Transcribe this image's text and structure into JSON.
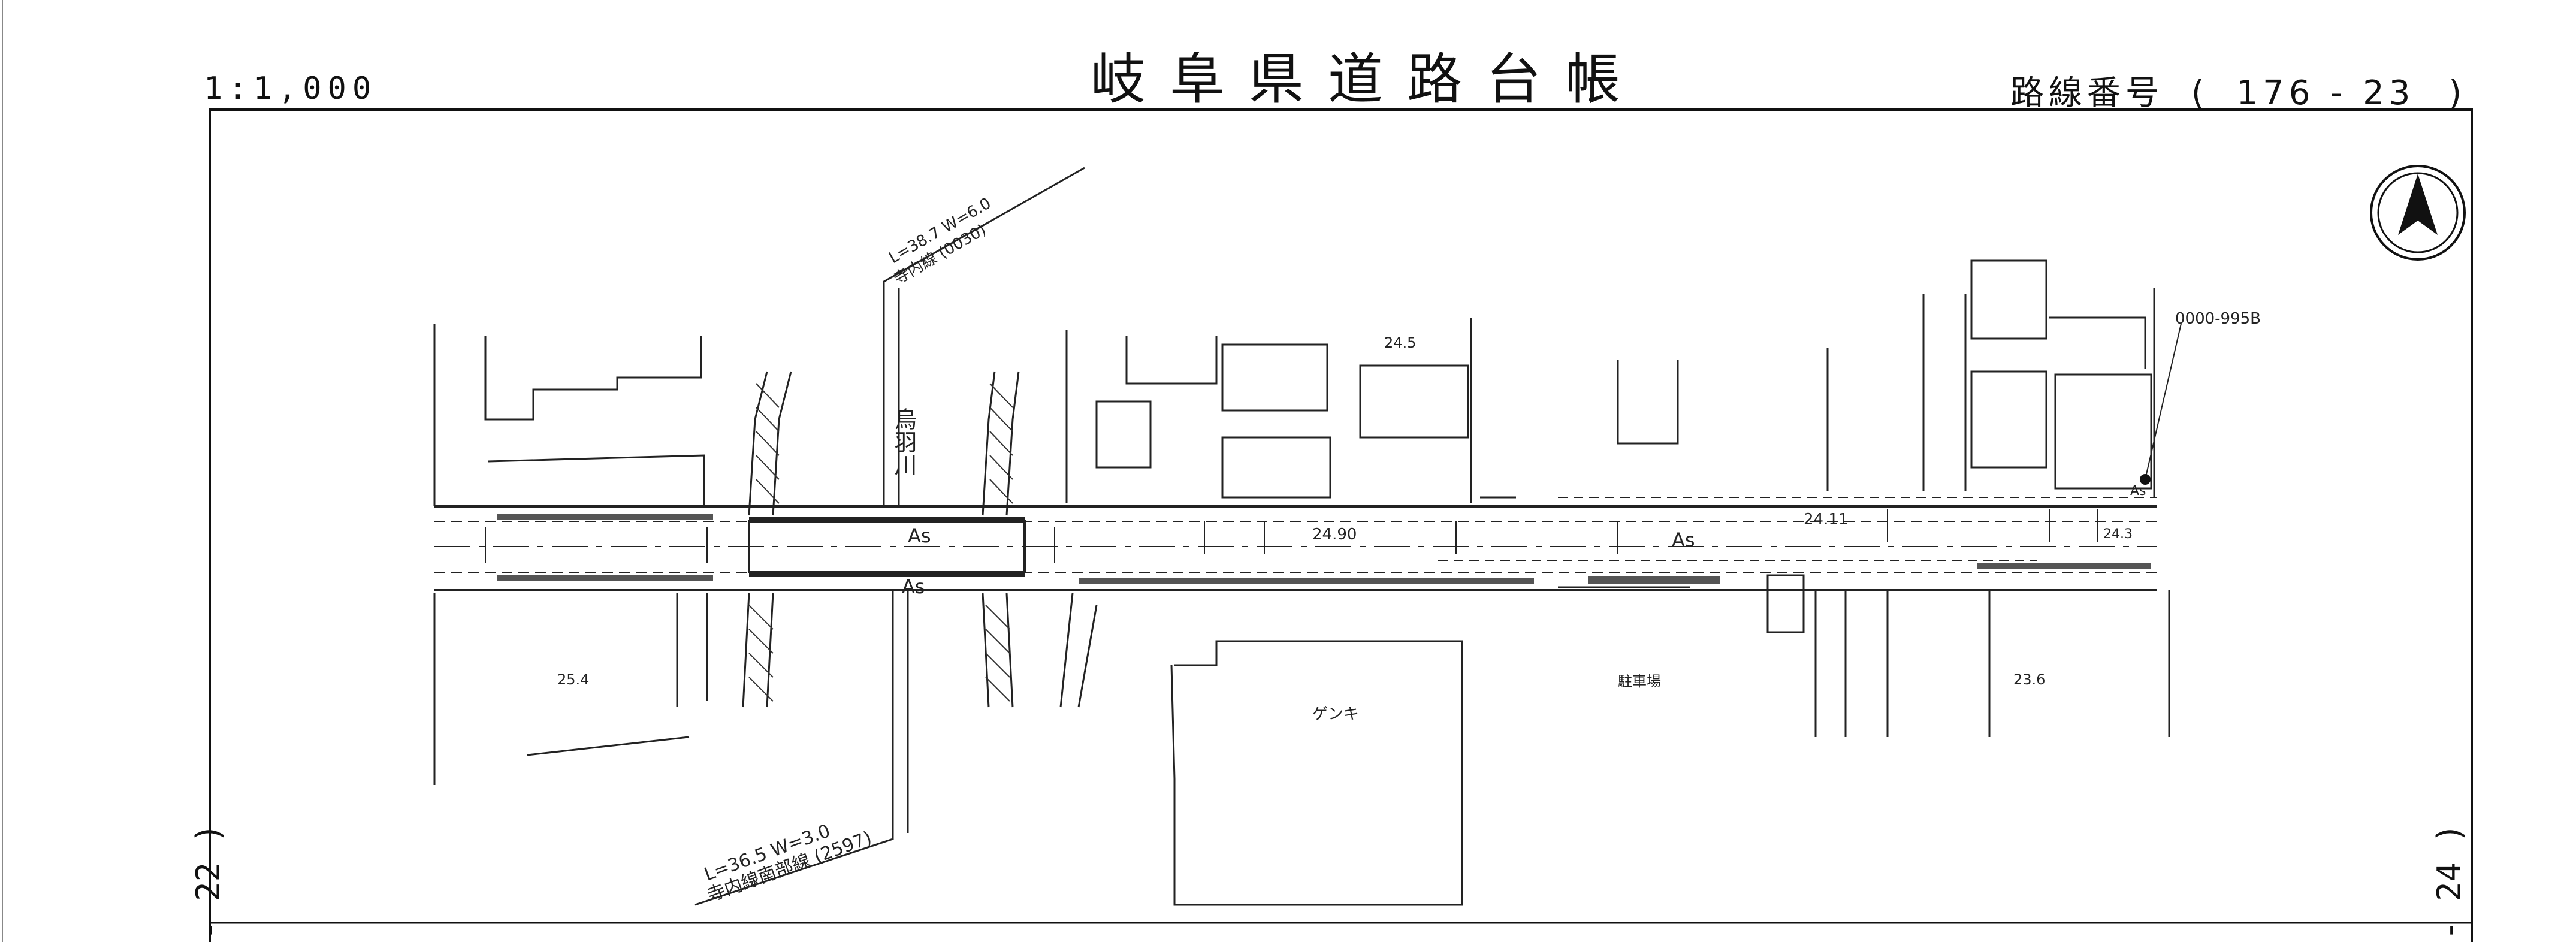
{
  "header": {
    "scale": "1:1,000",
    "title": "岐阜県道路台帳",
    "route_label": "路線番号",
    "route_open": "(",
    "route_number": "176 - 23",
    "route_close": ")"
  },
  "sheet_refs": {
    "left": "- 22 )",
    "right": "- 24 )"
  },
  "map_labels": {
    "branch_top_dims": "L=38.7  W=6.0",
    "branch_top_name": "寺内線 (0030)",
    "branch_bottom_dims": "L=36.5  W=3.0",
    "branch_bottom_name": "寺内線南部線 (2597)",
    "river": "烏羽川",
    "parcel_id": "0000-995B",
    "elevation_1": "24.5",
    "elevation_2": "25.4",
    "elevation_3": "23.6",
    "road_elev_1": "24.90",
    "road_elev_2": "24.11",
    "road_elev_3": "24.3",
    "surface_1": "As",
    "surface_2": "As",
    "surface_3": "As",
    "surface_4": "As",
    "building_1": "ゲンキ",
    "parking": "駐車場",
    "north_icon": "north-arrow"
  }
}
